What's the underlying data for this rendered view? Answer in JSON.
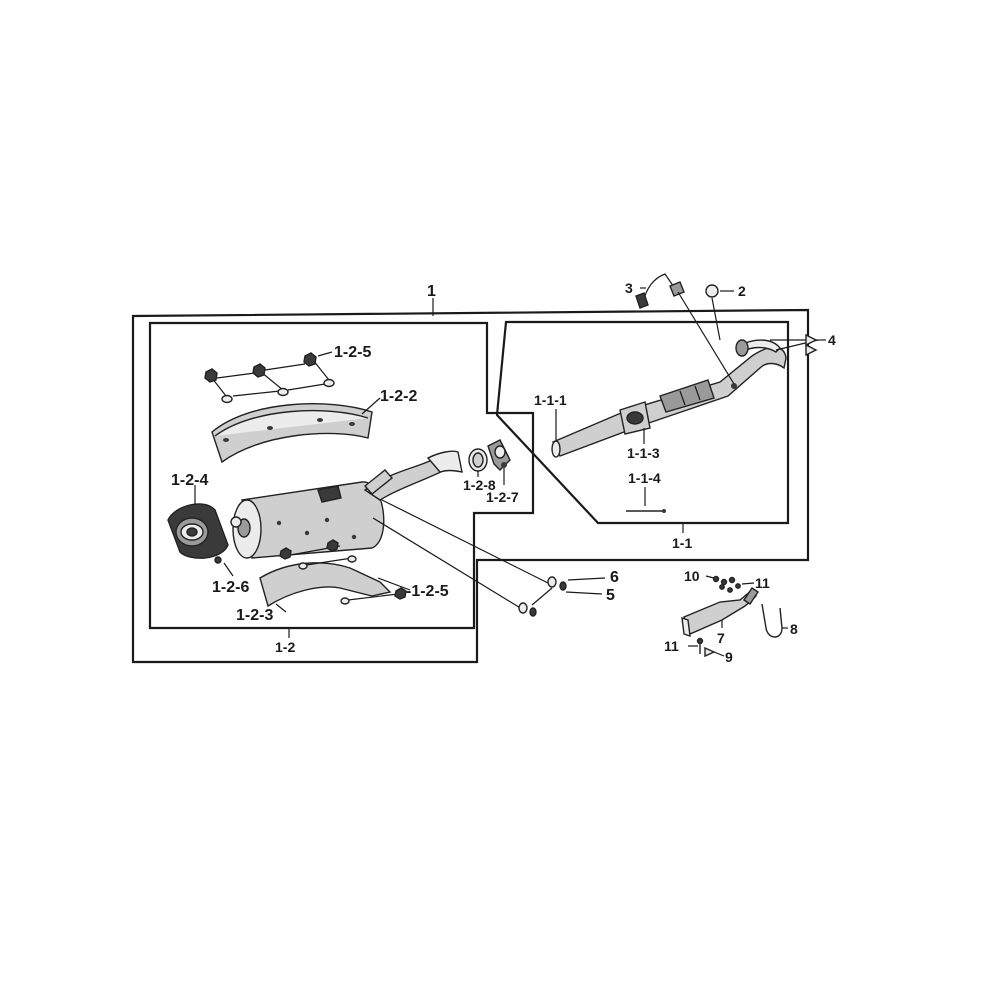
{
  "labels": {
    "assembly": "1",
    "sub_muffler": "1-2",
    "sub_pipe": "1-1",
    "pipe_1_1_1": "1-1-1",
    "pipe_1_1_3": "1-1-3",
    "pipe_1_1_4": "1-1-4",
    "nuts_top": "1-2-5",
    "nuts_bottom": "-1-2-5",
    "heat_shield": "1-2-2",
    "end_cap": "1-2-4",
    "end_cap_bolt": "1-2-6",
    "lower_shield": "1-2-3",
    "clamp": "1-2-7",
    "gasket_ring": "1-2-8",
    "sensor": "3",
    "o_ring": "2",
    "pipe_studs": "4",
    "washer_6": "6",
    "bolt_5": "5",
    "bracket_7": "7",
    "u_bolt_8": "8",
    "washer_9": "9",
    "washer_10": "10",
    "nut_11_top": "11",
    "nut_11_bottom": "11"
  }
}
